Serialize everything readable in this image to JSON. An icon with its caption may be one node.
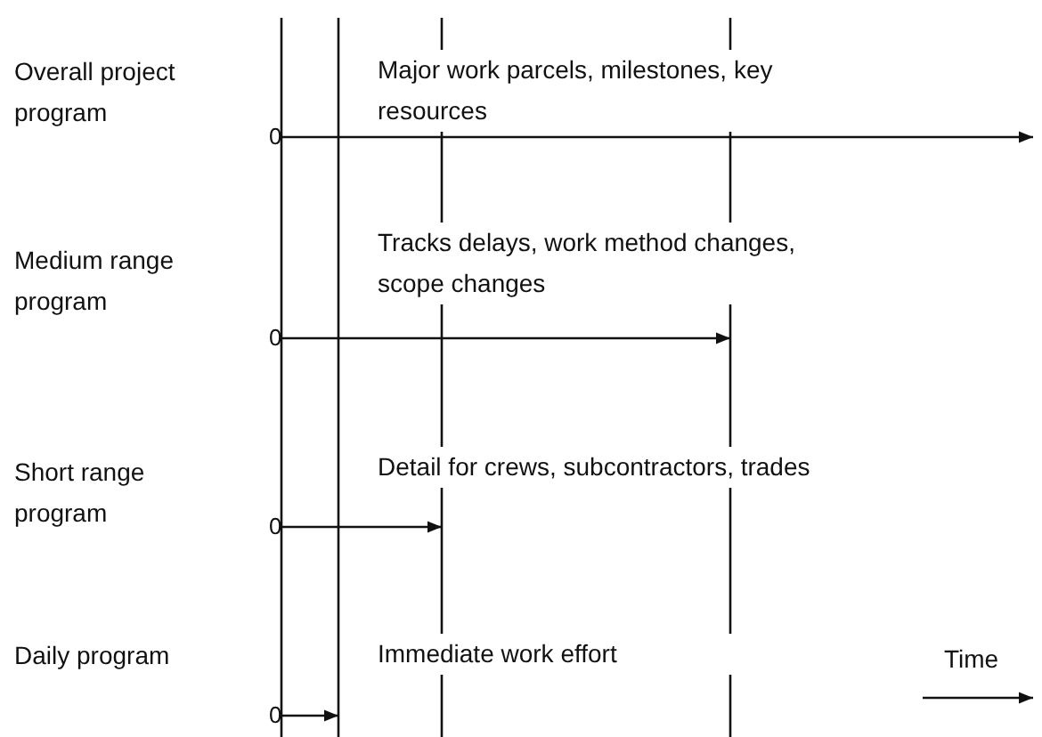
{
  "diagram": {
    "labels": [
      "Overall project program",
      "Major work parcels, milestones, key resources",
      "0",
      "Medium range program",
      "Tracks delays, work method changes, scope changes",
      "0",
      "Short range program",
      "Detail for crews, subcontractors, trades",
      "0",
      "Daily program",
      "Immediate work effort",
      "Time",
      "0"
    ]
  }
}
